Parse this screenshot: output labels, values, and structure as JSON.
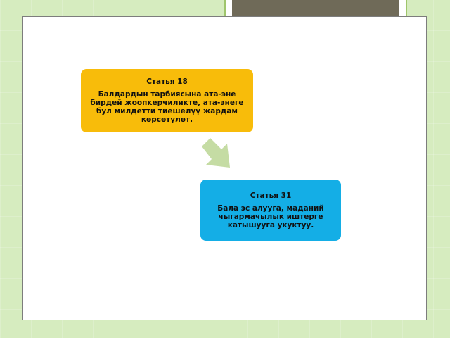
{
  "diagram": {
    "box1": {
      "title": "Статья 18",
      "text": "Балдардын тарбиясына ата-эне бирдей жоопкерчиликте, ата-энеге бул милдетти тиешелүү жардам көрсөтүлөт."
    },
    "box2": {
      "title": "Статья 31",
      "text": "Бала эс алууга, маданий чыгармачылык иштерге катышууга укуктуу."
    }
  },
  "colors": {
    "background": "#d6ecbf",
    "box1": "#f8bc0a",
    "box2": "#14aee6",
    "arrow": "#c5dca4"
  }
}
